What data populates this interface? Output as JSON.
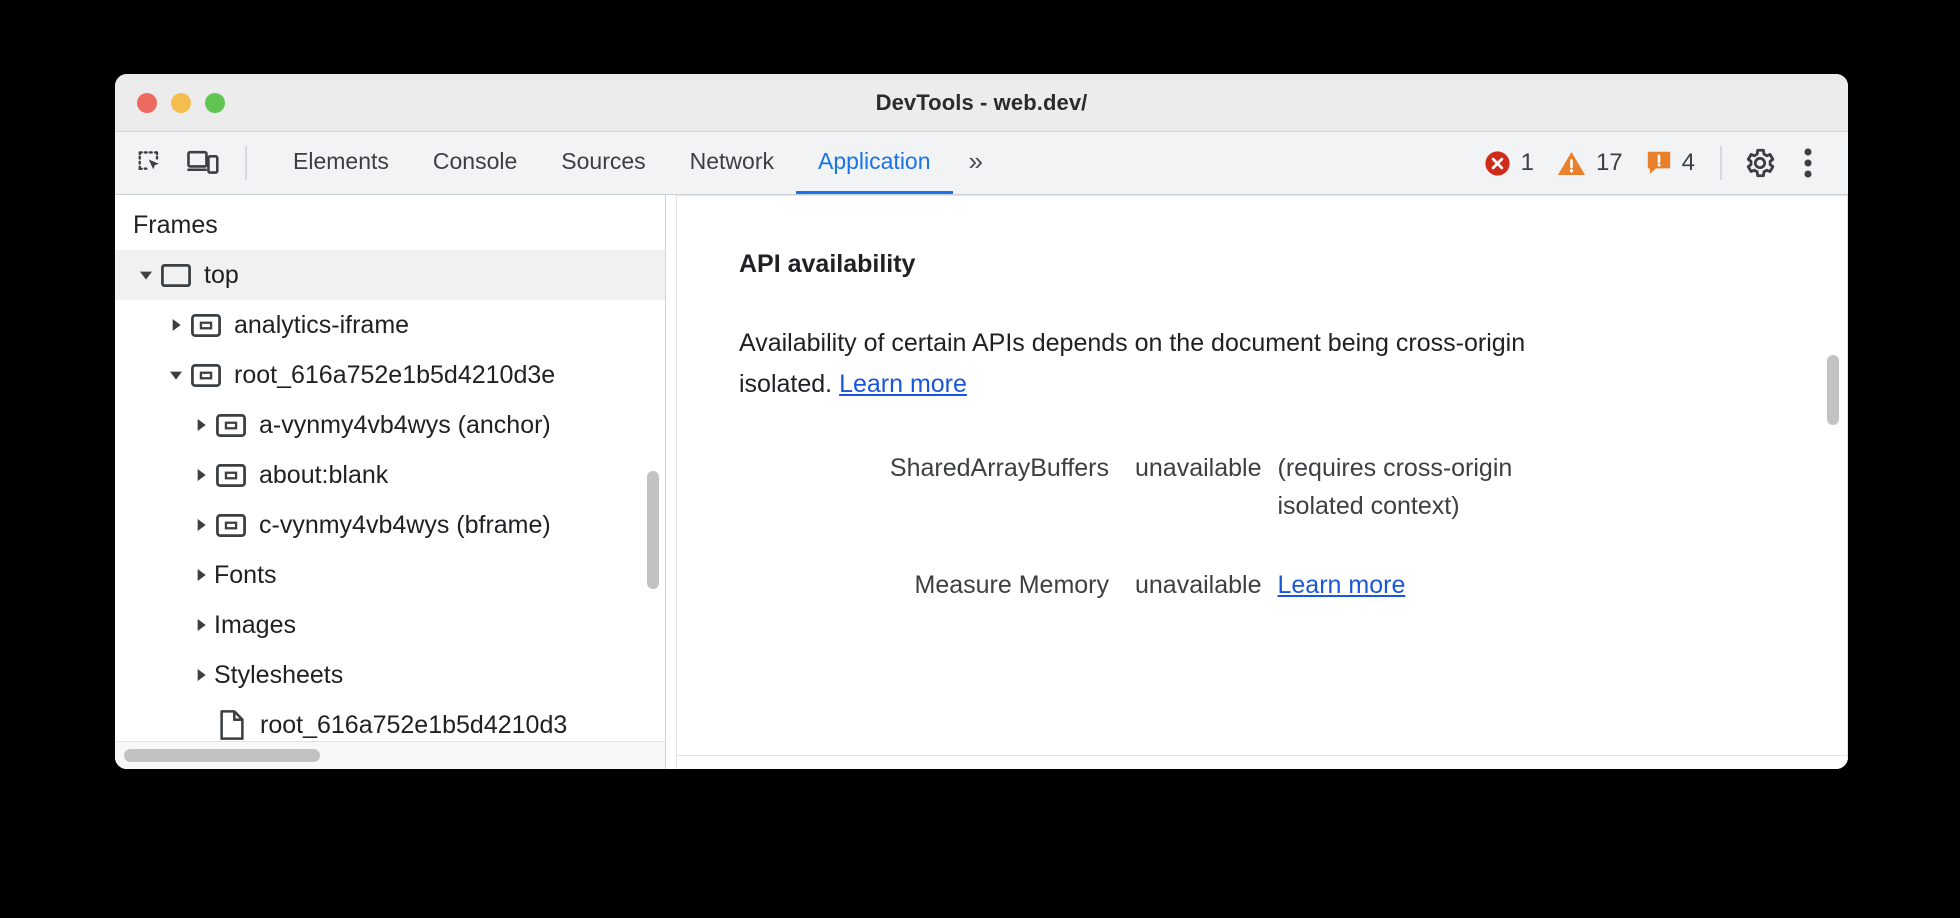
{
  "window": {
    "title": "DevTools - web.dev/",
    "traffic_lights": [
      "close-red",
      "minimize-yellow",
      "zoom-green"
    ]
  },
  "toolbar": {
    "inspect_icon": "inspect-element-icon",
    "device_icon": "device-toolbar-icon",
    "tabs": [
      {
        "label": "Elements",
        "active": false
      },
      {
        "label": "Console",
        "active": false
      },
      {
        "label": "Sources",
        "active": false
      },
      {
        "label": "Network",
        "active": false
      },
      {
        "label": "Application",
        "active": true
      }
    ],
    "overflow_label": "»",
    "counters": {
      "errors": "1",
      "warnings": "17",
      "issues": "4"
    },
    "settings_icon": "gear-icon",
    "more_icon": "kebab-menu-icon",
    "accent_color": "#1a73e8",
    "error_color": "#cf2a1a",
    "warning_color": "#e8802c",
    "issue_color": "#e8802c"
  },
  "sidebar": {
    "header": "Frames",
    "tree": [
      {
        "label": "top",
        "icon": "frame-icon",
        "twisty": "down",
        "indent": 1,
        "selected": true
      },
      {
        "label": "analytics-iframe",
        "icon": "iframe-icon",
        "twisty": "right",
        "indent": 2,
        "selected": false
      },
      {
        "label": "root_616a752e1b5d4210d3e",
        "icon": "iframe-icon",
        "twisty": "down",
        "indent": 2,
        "selected": false
      },
      {
        "label": "a-vynmy4vb4wys (anchor)",
        "icon": "iframe-icon",
        "twisty": "right",
        "indent": 3,
        "selected": false
      },
      {
        "label": "about:blank",
        "icon": "iframe-icon",
        "twisty": "right",
        "indent": 3,
        "selected": false
      },
      {
        "label": "c-vynmy4vb4wys (bframe)",
        "icon": "iframe-icon",
        "twisty": "right",
        "indent": 3,
        "selected": false
      },
      {
        "label": "Fonts",
        "icon": "none",
        "twisty": "right",
        "indent": 3,
        "selected": false
      },
      {
        "label": "Images",
        "icon": "none",
        "twisty": "right",
        "indent": 3,
        "selected": false
      },
      {
        "label": "Stylesheets",
        "icon": "none",
        "twisty": "right",
        "indent": 3,
        "selected": false
      },
      {
        "label": "root_616a752e1b5d4210d3",
        "icon": "document-icon",
        "twisty": "none",
        "indent": 4,
        "selected": false
      }
    ]
  },
  "main": {
    "section_title": "API availability",
    "paragraph_before_link": "Availability of certain APIs depends on the document being cross-origin isolated. ",
    "paragraph_link": "Learn more",
    "rows": [
      {
        "key": "SharedArrayBuffers",
        "value": "unavailable",
        "note": "(requires cross-origin isolated context)",
        "link": ""
      },
      {
        "key": "Measure Memory",
        "value": "unavailable",
        "note": "",
        "link": "Learn more"
      }
    ]
  }
}
